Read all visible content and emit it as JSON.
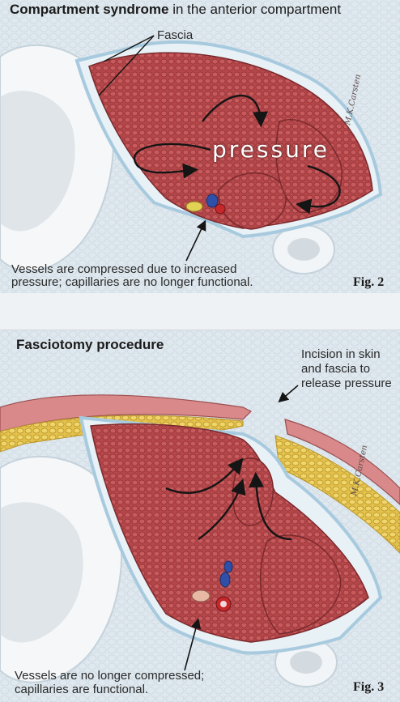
{
  "figures": [
    {
      "title_bold": "Compartment syndrome",
      "title_rest": "in the anterior compartment",
      "fascia_label": "Fascia",
      "pressure_label": "pressure",
      "vessel_note_line1": "Vessels are compressed due to increased",
      "vessel_note_line2": "pressure; capillaries are no longer functional.",
      "fig_number": "Fig. 2",
      "signature": "M.K.Carsten"
    },
    {
      "title_bold": "Fasciotomy procedure",
      "incision_line1": "Incision in skin",
      "incision_line2": "and fascia to",
      "incision_line3": "release pressure",
      "vessel_note_line1": "Vessels are no longer compressed;",
      "vessel_note_line2": "capillaries are functional.",
      "fig_number": "Fig. 3",
      "signature": "M.K.Carsten"
    }
  ],
  "colors": {
    "muscle": "#b5474a",
    "muscle_dark": "#8e3034",
    "fascia_line": "#9fc3d8",
    "bone": "#f4f6f8",
    "fat": "#e4c14b",
    "skin": "#d9898a",
    "artery": "#c6272b",
    "vein": "#2f4fa8",
    "nerve": "#e2d354",
    "background": "#dfe8ee"
  }
}
